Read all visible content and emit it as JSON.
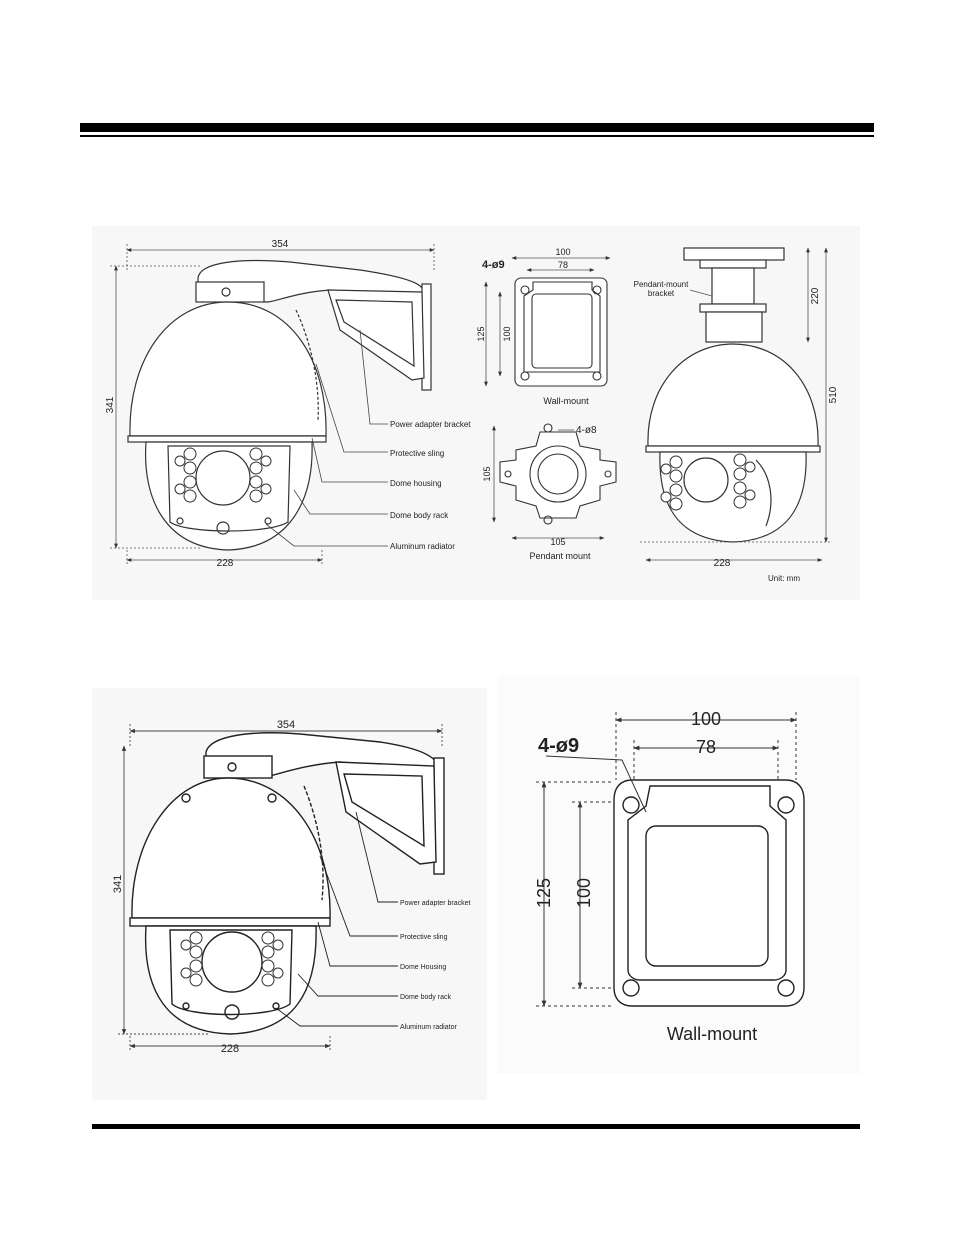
{
  "top_figure": {
    "dome_wall": {
      "width_top": "354",
      "height": "341",
      "width_bottom": "228",
      "callouts": [
        "Power adapter bracket",
        "Protective sling",
        "Dome housing",
        "Dome body rack",
        "Aluminum radiator"
      ]
    },
    "wall_plate": {
      "holes": "4-ø9",
      "outer_width": "100",
      "inner_width": "78",
      "outer_height": "125",
      "inner_height": "100",
      "caption": "Wall-mount"
    },
    "pendant_plate": {
      "holes": "4-ø8",
      "height": "105",
      "width": "105",
      "caption": "Pendant mount"
    },
    "dome_pendant": {
      "bracket_label_1": "Pendant-mount",
      "bracket_label_2": "bracket",
      "bracket_height": "220",
      "total_height": "510",
      "width": "228",
      "unit": "Unit: mm"
    }
  },
  "bottom_left": {
    "width_top": "354",
    "height": "341",
    "width_bottom": "228",
    "callouts": [
      "Power adapter bracket",
      "Protective sling",
      "Dome Housing",
      "Dome body rack",
      "Aluminum radiator"
    ]
  },
  "bottom_right": {
    "holes": "4-ø9",
    "outer_width": "100",
    "inner_width": "78",
    "outer_height": "125",
    "inner_height": "100",
    "caption": "Wall-mount"
  }
}
